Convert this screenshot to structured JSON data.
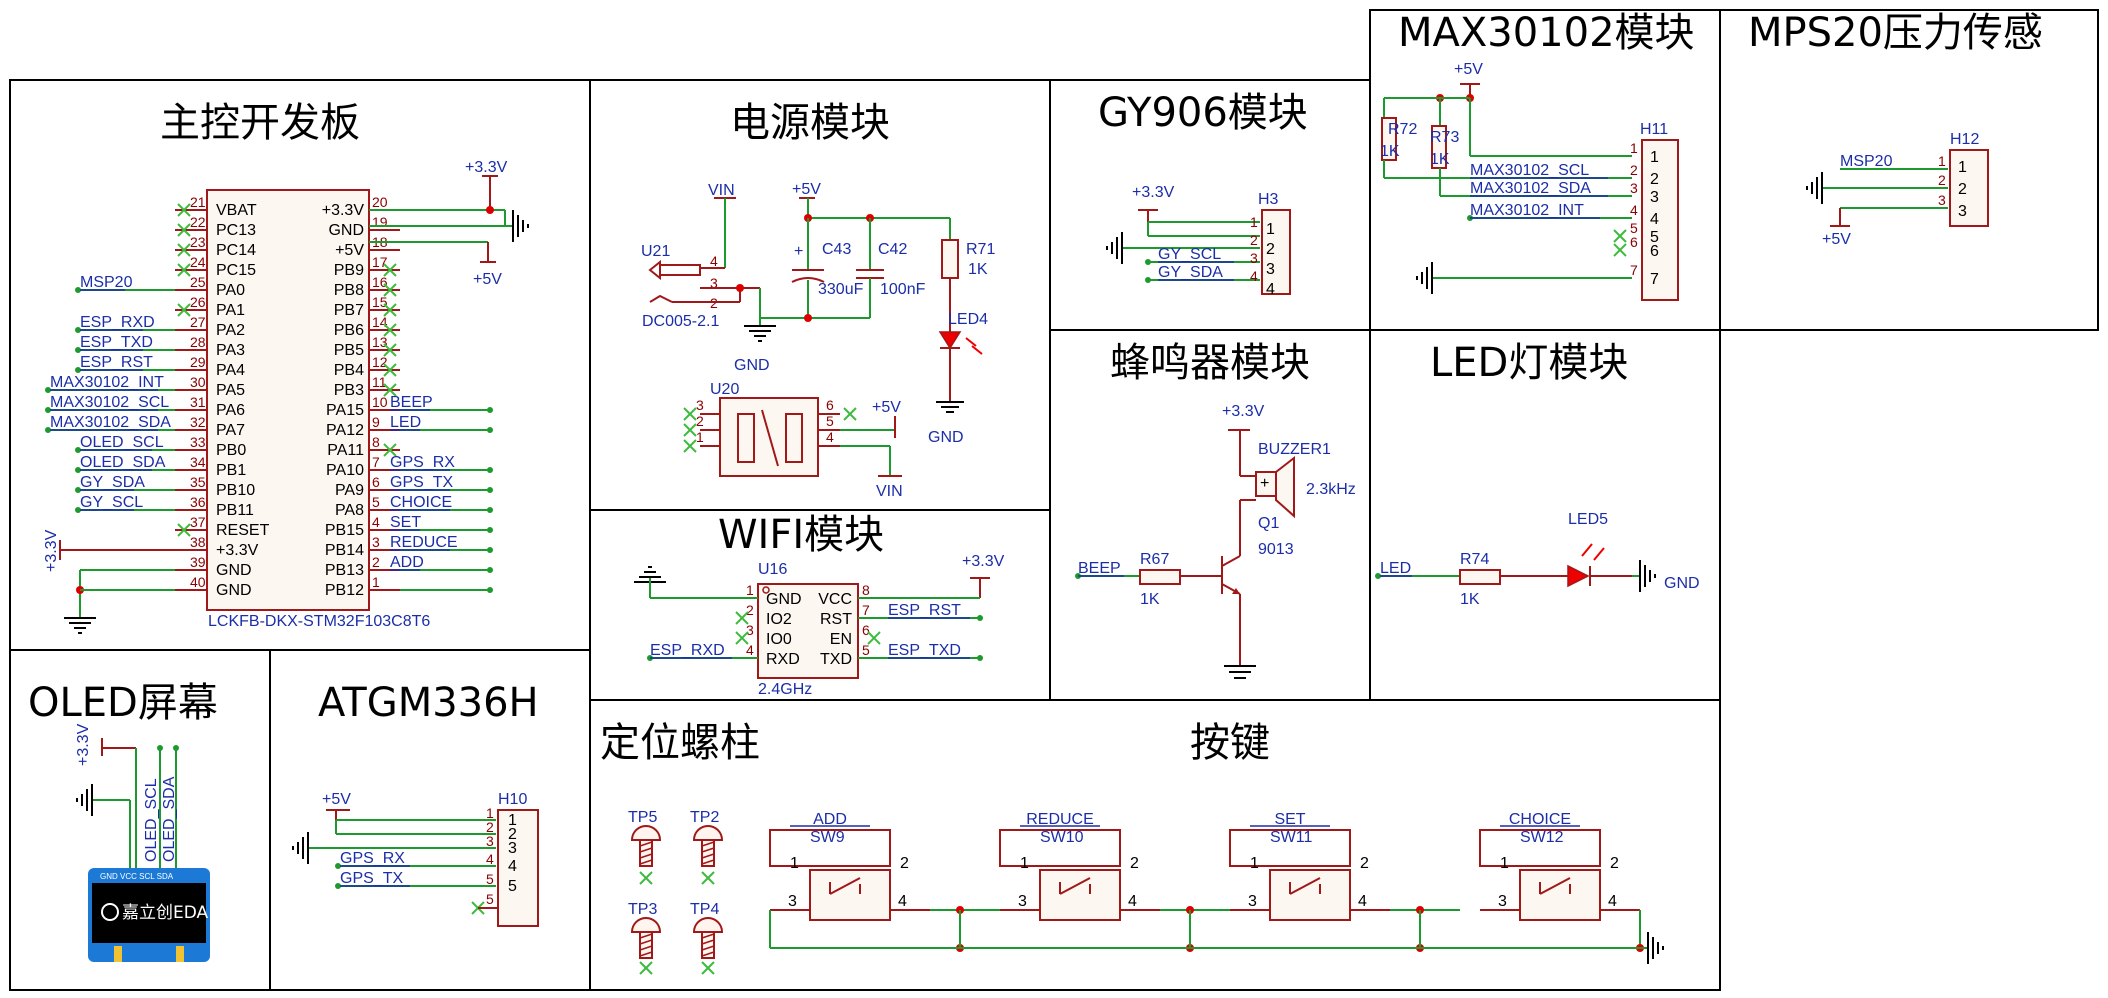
{
  "sections": {
    "main_board": "主控开发板",
    "power": "电源模块",
    "gy906": "GY906模块",
    "max30102": "MAX30102模块",
    "mps20": "MPS20压力传感",
    "buzzer": "蜂鸣器模块",
    "led": "LED灯模块",
    "wifi": "WIFI模块",
    "oled": "OLED屏幕",
    "atgm": "ATGM336H",
    "mount": "定位螺柱",
    "keys": "按键"
  },
  "mcu": {
    "name": "LCKFB-DKX-STM32F103C8T6",
    "left_pins": [
      {
        "num": "21",
        "name": "VBAT",
        "net": ""
      },
      {
        "num": "22",
        "name": "PC13",
        "net": ""
      },
      {
        "num": "23",
        "name": "PC14",
        "net": ""
      },
      {
        "num": "24",
        "name": "PC15",
        "net": ""
      },
      {
        "num": "25",
        "name": "PA0",
        "net": "MSP20"
      },
      {
        "num": "26",
        "name": "PA1",
        "net": ""
      },
      {
        "num": "27",
        "name": "PA2",
        "net": "ESP_RXD"
      },
      {
        "num": "28",
        "name": "PA3",
        "net": "ESP_TXD"
      },
      {
        "num": "29",
        "name": "PA4",
        "net": "ESP_RST"
      },
      {
        "num": "30",
        "name": "PA5",
        "net": "MAX30102_INT"
      },
      {
        "num": "31",
        "name": "PA6",
        "net": "MAX30102_SCL"
      },
      {
        "num": "32",
        "name": "PA7",
        "net": "MAX30102_SDA"
      },
      {
        "num": "33",
        "name": "PB0",
        "net": "OLED_SCL"
      },
      {
        "num": "34",
        "name": "PB1",
        "net": "OLED_SDA"
      },
      {
        "num": "35",
        "name": "PB10",
        "net": "GY_SDA"
      },
      {
        "num": "36",
        "name": "PB11",
        "net": "GY_SCL"
      },
      {
        "num": "37",
        "name": "RESET",
        "net": ""
      },
      {
        "num": "38",
        "name": "+3.3V",
        "net": "+3.3V"
      },
      {
        "num": "39",
        "name": "GND",
        "net": ""
      },
      {
        "num": "40",
        "name": "GND",
        "net": ""
      }
    ],
    "right_pins": [
      {
        "num": "20",
        "name": "+3.3V",
        "net": ""
      },
      {
        "num": "19",
        "name": "GND",
        "net": ""
      },
      {
        "num": "18",
        "name": "+5V",
        "net": ""
      },
      {
        "num": "17",
        "name": "PB9",
        "net": ""
      },
      {
        "num": "16",
        "name": "PB8",
        "net": ""
      },
      {
        "num": "15",
        "name": "PB7",
        "net": ""
      },
      {
        "num": "14",
        "name": "PB6",
        "net": ""
      },
      {
        "num": "13",
        "name": "PB5",
        "net": ""
      },
      {
        "num": "12",
        "name": "PB4",
        "net": ""
      },
      {
        "num": "11",
        "name": "PB3",
        "net": ""
      },
      {
        "num": "10",
        "name": "PA15",
        "net": "BEEP"
      },
      {
        "num": "9",
        "name": "PA12",
        "net": "LED"
      },
      {
        "num": "8",
        "name": "PA11",
        "net": ""
      },
      {
        "num": "7",
        "name": "PA10",
        "net": "GPS_RX"
      },
      {
        "num": "6",
        "name": "PA9",
        "net": "GPS_TX"
      },
      {
        "num": "5",
        "name": "PA8",
        "net": "CHOICE"
      },
      {
        "num": "4",
        "name": "PB15",
        "net": "SET"
      },
      {
        "num": "3",
        "name": "PB14",
        "net": "REDUCE"
      },
      {
        "num": "2",
        "name": "PB13",
        "net": "ADD"
      },
      {
        "num": "1",
        "name": "PB12",
        "net": ""
      }
    ],
    "pwr_33v": "+3.3V",
    "pwr_5v": "+5V",
    "pwr_left_33v": "+3.3V"
  },
  "power": {
    "vin": "VIN",
    "p5v": "+5V",
    "u21": "U21",
    "u21_part": "DC005-2.1",
    "u21_pins": [
      "4",
      "3",
      "2"
    ],
    "gnd": "GND",
    "c43": "C43",
    "c43_val": "330uF",
    "c43_plus": "+",
    "c42": "C42",
    "c42_val": "100nF",
    "r71": "R71",
    "r71_val": "1K",
    "led4": "LED4",
    "gnd2": "GND",
    "u20": "U20",
    "u20_p5v": "+5V",
    "u20_vin": "VIN",
    "u20_pins": [
      "3",
      "2",
      "1",
      "6",
      "5",
      "4"
    ]
  },
  "gy906": {
    "p33v": "+3.3V",
    "h3": "H3",
    "pins": [
      "1",
      "2",
      "3",
      "4"
    ],
    "nets": [
      "GY_SCL",
      "GY_SDA"
    ]
  },
  "max30102": {
    "p5v": "+5V",
    "r72": "R72",
    "r72_val": "1K",
    "r73": "R73",
    "r73_val": "1K",
    "h11": "H11",
    "nets": [
      "MAX30102_SCL",
      "MAX30102_SDA",
      "MAX30102_INT"
    ],
    "pins": [
      "1",
      "2",
      "3",
      "4",
      "5",
      "6",
      "7"
    ]
  },
  "mps20": {
    "net": "MSP20",
    "h12": "H12",
    "p5v": "+5V",
    "pins": [
      "1",
      "2",
      "3"
    ]
  },
  "buzzer": {
    "p33v": "+3.3V",
    "name": "BUZZER1",
    "plus": "+",
    "freq": "2.3kHz",
    "q1": "Q1",
    "q1_part": "9013",
    "net": "BEEP",
    "r67": "R67",
    "r67_val": "1K"
  },
  "led": {
    "net": "LED",
    "r74": "R74",
    "r74_val": "1K",
    "led5": "LED5",
    "gnd": "GND"
  },
  "wifi": {
    "u16": "U16",
    "p33v": "+3.3V",
    "freq": "2.4GHz",
    "left": [
      {
        "num": "1",
        "name": "GND"
      },
      {
        "num": "2",
        "name": "IO2"
      },
      {
        "num": "3",
        "name": "IO0"
      },
      {
        "num": "4",
        "name": "RXD"
      }
    ],
    "right": [
      {
        "num": "8",
        "name": "VCC"
      },
      {
        "num": "7",
        "name": "RST"
      },
      {
        "num": "6",
        "name": "EN"
      },
      {
        "num": "5",
        "name": "TXD"
      }
    ],
    "net_rst": "ESP_RST",
    "net_txd": "ESP_TXD",
    "net_rxd": "ESP_RXD"
  },
  "oled": {
    "p33v": "+3.3V",
    "scl": "OLED_SCL",
    "sda": "OLED_SDA",
    "header": "GND VCC SCL SDA",
    "brand": "嘉立创EDA"
  },
  "atgm": {
    "p5v": "+5V",
    "h10": "H10",
    "nets": [
      "GPS_RX",
      "GPS_TX"
    ],
    "pins": [
      "1",
      "2",
      "3",
      "4",
      "5"
    ]
  },
  "mount": {
    "tps": [
      "TP5",
      "TP2",
      "TP3",
      "TP4"
    ]
  },
  "keys": {
    "switches": [
      {
        "net": "ADD",
        "ref": "SW9"
      },
      {
        "net": "REDUCE",
        "ref": "SW10"
      },
      {
        "net": "SET",
        "ref": "SW11"
      },
      {
        "net": "CHOICE",
        "ref": "SW12"
      }
    ],
    "pins": [
      "1",
      "2",
      "3",
      "4"
    ]
  }
}
